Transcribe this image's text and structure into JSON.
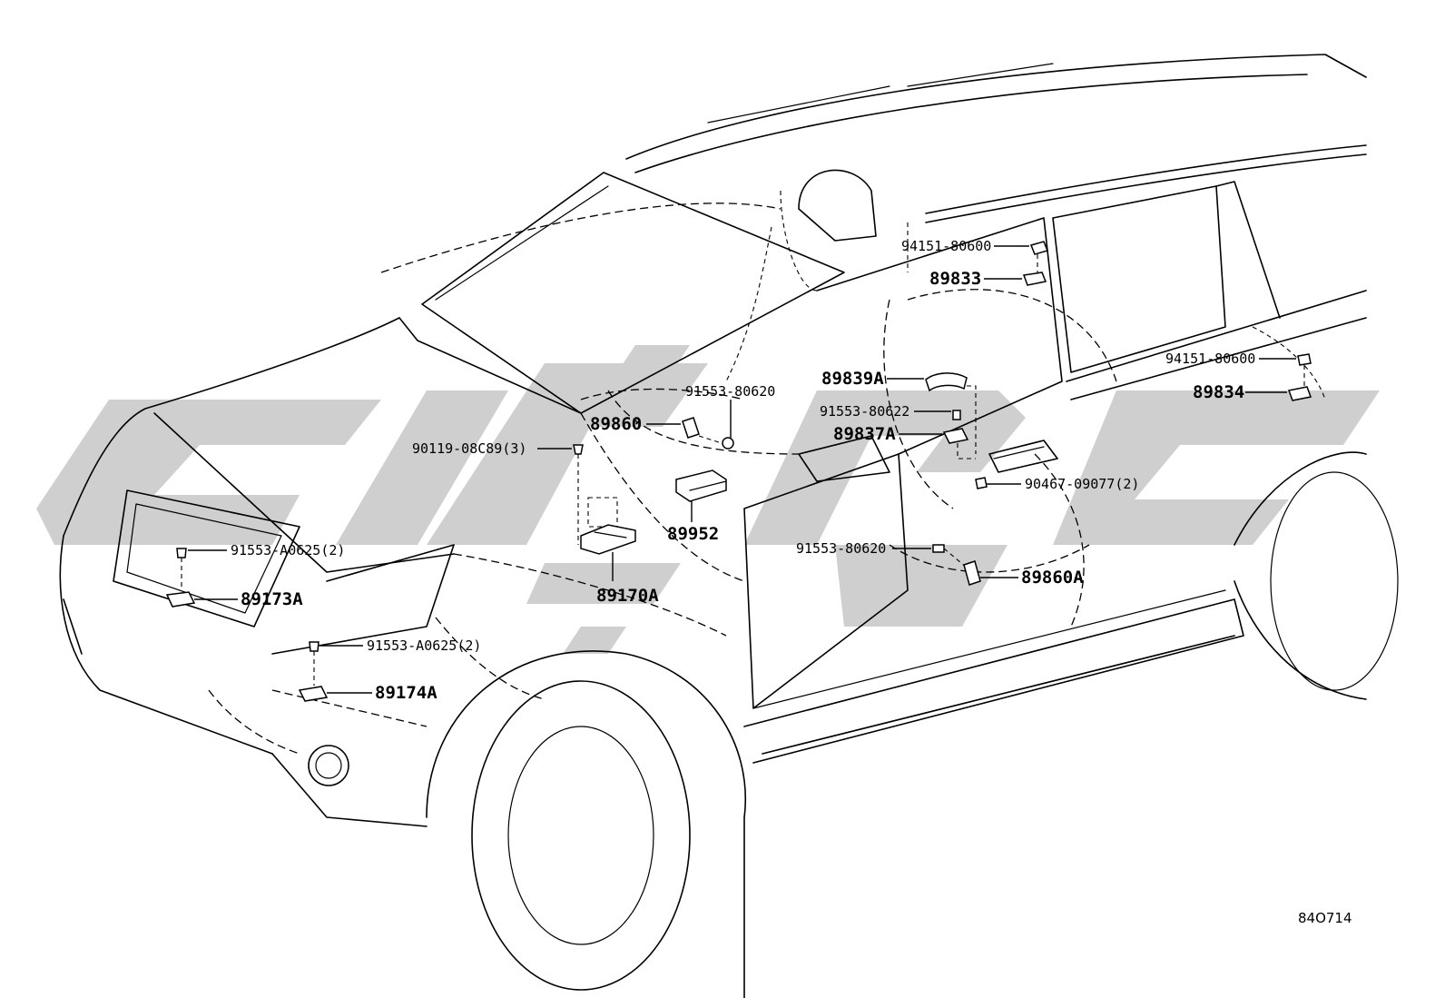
{
  "diagram": {
    "figure_code": "84O714",
    "watermark": "",
    "callouts": [
      {
        "id": "94151-80600-a",
        "text": "94151-80600",
        "size": "small"
      },
      {
        "id": "89833",
        "text": "89833",
        "size": "big"
      },
      {
        "id": "94151-80600-b",
        "text": "94151-80600",
        "size": "small"
      },
      {
        "id": "89834",
        "text": "89834",
        "size": "big"
      },
      {
        "id": "89839A",
        "text": "89839A",
        "size": "big"
      },
      {
        "id": "91553-80622",
        "text": "91553-80622",
        "size": "small"
      },
      {
        "id": "89837A",
        "text": "89837A",
        "size": "big"
      },
      {
        "id": "90467-09077",
        "text": "90467-09077(2)",
        "size": "small"
      },
      {
        "id": "91553-80620-a",
        "text": "91553-80620",
        "size": "small"
      },
      {
        "id": "89860",
        "text": "89860",
        "size": "big"
      },
      {
        "id": "90119-08C89",
        "text": "90119-08C89(3)",
        "size": "small"
      },
      {
        "id": "89952",
        "text": "89952",
        "size": "big"
      },
      {
        "id": "89170A",
        "text": "89170A",
        "size": "big"
      },
      {
        "id": "91553-80620-b",
        "text": "91553-80620",
        "size": "small"
      },
      {
        "id": "89860A",
        "text": "89860A",
        "size": "big"
      },
      {
        "id": "91553-A0625-a",
        "text": "91553-A0625(2)",
        "size": "small"
      },
      {
        "id": "89173A",
        "text": "89173A",
        "size": "big"
      },
      {
        "id": "91553-A0625-b",
        "text": "91553-A0625(2)",
        "size": "small"
      },
      {
        "id": "89174A",
        "text": "89174A",
        "size": "big"
      }
    ]
  }
}
